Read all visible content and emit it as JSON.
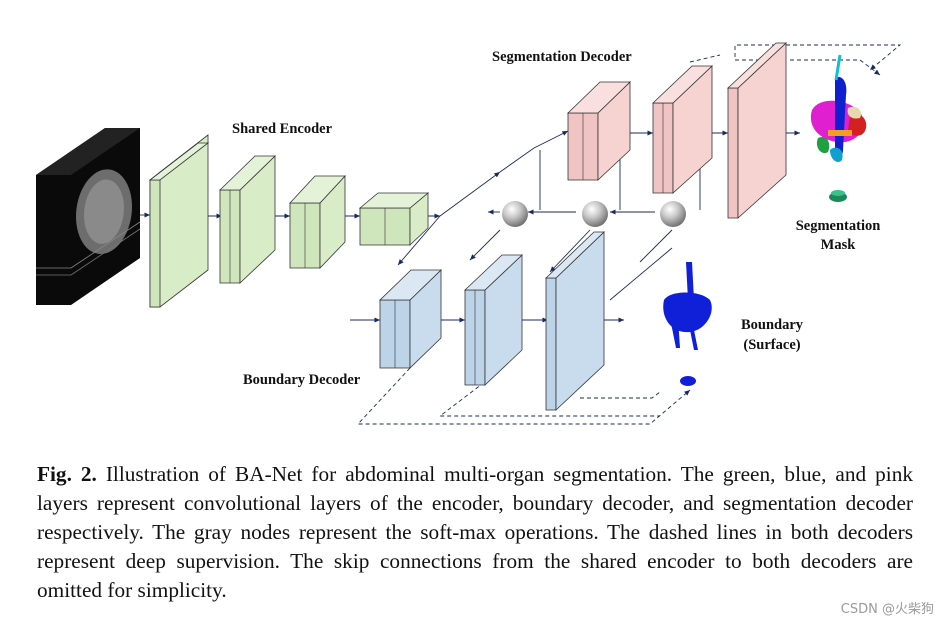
{
  "diagram": {
    "labels": {
      "shared_encoder": "Shared Encoder",
      "segmentation_decoder": "Segmentation Decoder",
      "boundary_decoder": "Boundary Decoder",
      "segmentation_mask_line1": "Segmentation",
      "segmentation_mask_line2": "Mask",
      "boundary_line1": "Boundary",
      "boundary_line2": "(Surface)"
    },
    "colors": {
      "encoder": "#d8ecc8",
      "boundary_decoder": "#c8dcee",
      "segmentation_decoder": "#f6d2d0",
      "arrow": "#1a2a5e"
    }
  },
  "caption": {
    "figure_label": "Fig. 2.",
    "text": "Illustration of BA-Net for abdominal multi-organ segmentation. The green, blue, and pink layers represent convolutional layers of the encoder, boundary decoder, and segmentation decoder respectively. The gray nodes represent the soft-max operations. The dashed lines in both decoders represent deep supervision. The skip connections from the shared encoder to both decoders are omitted for simplicity."
  },
  "watermark": "CSDN @火柴狗"
}
